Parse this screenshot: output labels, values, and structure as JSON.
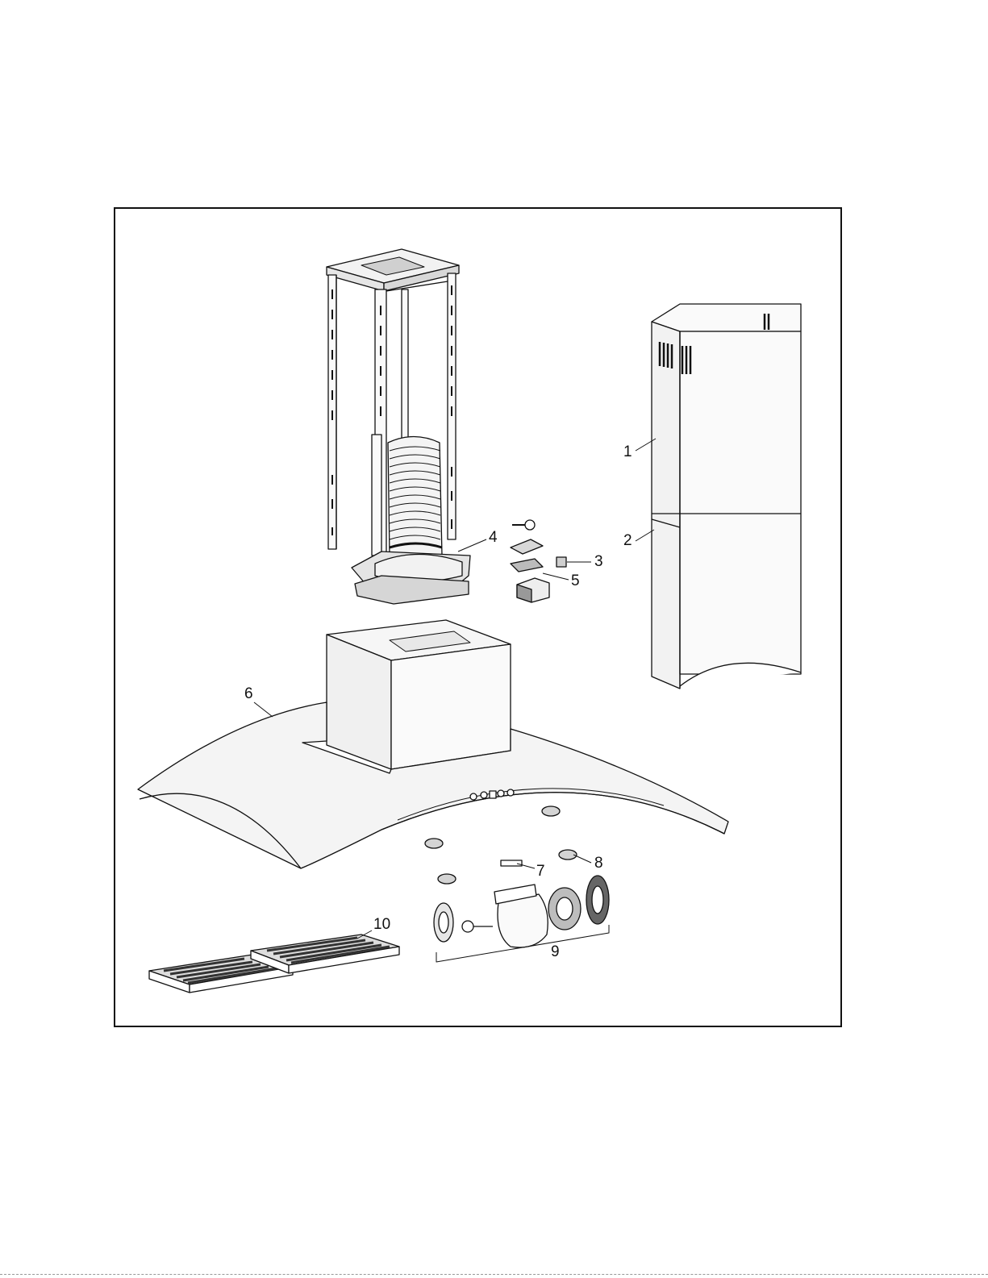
{
  "figure": {
    "callouts": [
      {
        "id": "1",
        "text": "1",
        "part": "upper-chimney-cover"
      },
      {
        "id": "2",
        "text": "2",
        "part": "lower-chimney-cover"
      },
      {
        "id": "3",
        "text": "3",
        "part": "switch"
      },
      {
        "id": "4",
        "text": "4",
        "part": "air-outlet-with-flexible-duct"
      },
      {
        "id": "5",
        "text": "5",
        "part": "control-box"
      },
      {
        "id": "6",
        "text": "6",
        "part": "hood-body-with-glass-canopy"
      },
      {
        "id": "7",
        "text": "7",
        "part": "control-board"
      },
      {
        "id": "8",
        "text": "8",
        "part": "light"
      },
      {
        "id": "9",
        "text": "9",
        "part": "blower-motor-assembly"
      },
      {
        "id": "10",
        "text": "10",
        "part": "filters"
      }
    ]
  },
  "colors": {
    "line": "#111111",
    "fill_light": "#f2f2f2",
    "fill_mid": "#d8d8d8",
    "fill_dark": "#4a4a4a"
  }
}
